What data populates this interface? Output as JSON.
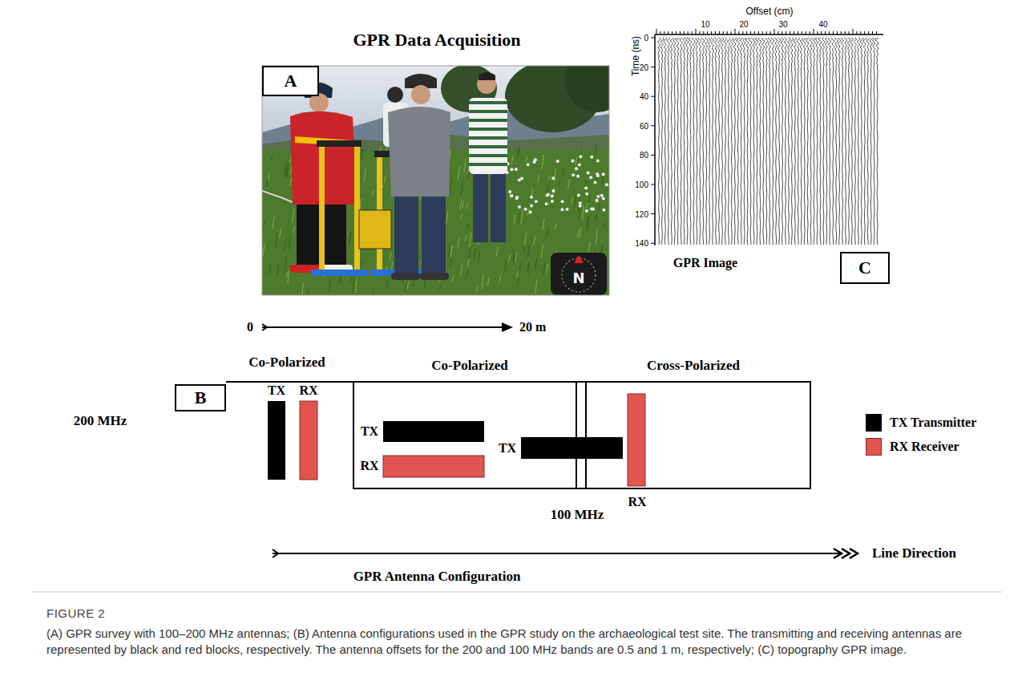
{
  "diagram": {
    "title": "GPR Data Acquisition",
    "caption": "(A) GPR survey with 100–200 MHz antennas; (B) Antenna configurations used in the GPR study on the archaeological test site. The transmitting and receiving antennas are represented by black and red blocks, respectively. The antenna offsets for the 200 and 100 MHz bands are 0.5 and 1 m, respectively; (C) topography GPR image.",
    "nodes": [
      {
        "text": [
          "A"
        ]
      },
      {
        "text": [
          "C"
        ]
      },
      {
        "text": [
          "B"
        ]
      },
      {
        "text": [
          "Co-Polarized"
        ]
      },
      {
        "text": [
          "Cross-Polarized"
        ]
      }
    ],
    "labels": [
      "0",
      "20 m",
      "N",
      "Offset (cm)",
      "10",
      "20",
      "30",
      "40",
      "Time (ns)",
      "0",
      "20",
      "40",
      "60",
      "80",
      "100",
      "120",
      "140",
      "GPR Image",
      "Co-Polarized",
      "200 MHz",
      "TX",
      "RX",
      "TX",
      "RX",
      "TX",
      "RX",
      "100 MHz",
      "Line Direction",
      "GPR Antenna Configuration",
      "FIGURE 2"
    ],
    "legend": [
      {
        "text": "TX Transmitter",
        "color": "#000000"
      },
      {
        "text": "RX Receiver",
        "color": "#e0554f"
      }
    ]
  }
}
